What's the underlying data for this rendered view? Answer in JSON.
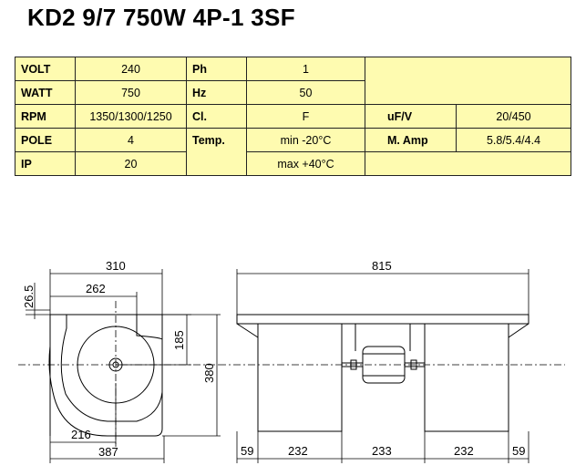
{
  "title": "KD2 9/7 750W 4P-1 3SF",
  "specs": {
    "volt": {
      "label": "VOLT",
      "value": "240"
    },
    "watt": {
      "label": "WATT",
      "value": "750"
    },
    "rpm": {
      "label": "RPM",
      "value": "1350/1300/1250"
    },
    "pole": {
      "label": "POLE",
      "value": "4"
    },
    "ip": {
      "label": "IP",
      "value": "20"
    },
    "ph": {
      "label": "Ph",
      "value": "1"
    },
    "hz": {
      "label": "Hz",
      "value": "50"
    },
    "cl": {
      "label": "Cl.",
      "value": "F"
    },
    "temp": {
      "label": "Temp.",
      "min": "min  -20°C",
      "max": "max +40°C"
    },
    "uf": {
      "label": "uF/V",
      "value": "20/450"
    },
    "amp": {
      "label": "M. Amp",
      "value": "5.8/5.4/4.4"
    }
  },
  "dimensions": {
    "side": {
      "d310": "310",
      "d262": "262",
      "d26_5": "26.5",
      "d185": "185",
      "d380": "380",
      "d216": "216",
      "d387": "387"
    },
    "front": {
      "d815": "815",
      "d59a": "59",
      "d232a": "232",
      "d233": "233",
      "d232b": "232",
      "d59b": "59"
    }
  },
  "colors": {
    "table_bg": "#fefbb0",
    "line": "#000000"
  }
}
